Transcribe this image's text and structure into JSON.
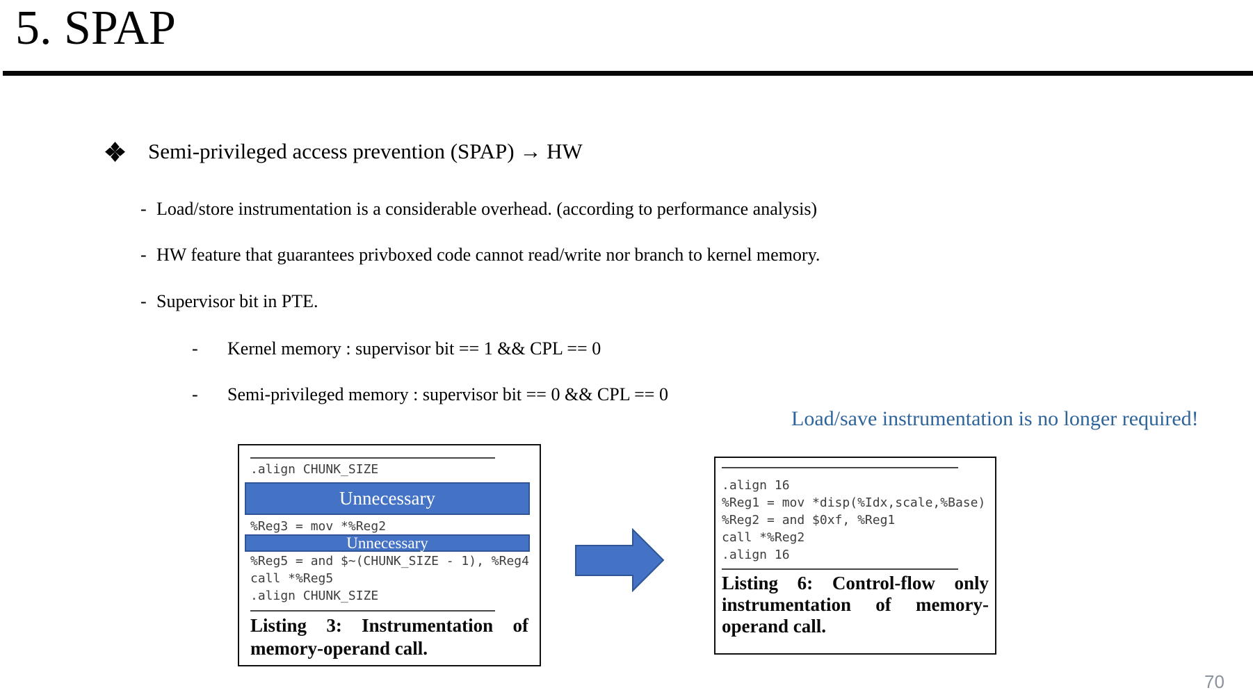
{
  "slide": {
    "title": "5. SPAP",
    "page_number": "70"
  },
  "bullets": {
    "main": {
      "marker": "❖",
      "text": "Semi-privileged access prevention (SPAP) → HW"
    },
    "level2": [
      {
        "marker": "-",
        "text": "Load/store instrumentation is a considerable overhead. (according to performance analysis)"
      },
      {
        "marker": "-",
        "text": "HW feature that guarantees privboxed code cannot read/write nor branch to kernel memory."
      },
      {
        "marker": "-",
        "text": "Supervisor bit in PTE."
      }
    ],
    "level3": [
      {
        "marker": "-",
        "text": "Kernel memory : supervisor bit == 1 && CPL == 0"
      },
      {
        "marker": "-",
        "text": "Semi-privileged memory : supervisor bit == 0 && CPL == 0"
      }
    ]
  },
  "note": {
    "text": "Load/save instrumentation is no longer required!",
    "color": "#2E6499"
  },
  "listing3": {
    "line1": ".align CHUNK_SIZE",
    "overlay1": "Unnecessary",
    "line2": "%Reg3 = mov *%Reg2",
    "overlay2": "Unnecessary",
    "line3": "%Reg5 = and $~(CHUNK_SIZE - 1), %Reg4",
    "line4": "call *%Reg5",
    "line5": ".align CHUNK_SIZE",
    "caption": "Listing 3: Instrumentation of memory-operand call."
  },
  "listing6": {
    "lines": [
      ".align 16",
      "%Reg1 = mov *disp(%Idx,scale,%Base)",
      "%Reg2 = and $0xf, %Reg1",
      "call *%Reg2",
      ".align 16"
    ],
    "caption": "Listing 6: Control-flow only instrumentation of memory-operand call."
  },
  "icons": {
    "bullet_char": "❖",
    "arrow_shape": "right-arrow"
  },
  "colors": {
    "accent_blue": "#4472C4",
    "accent_blue_border": "#2F5597",
    "note_blue": "#2E6499",
    "code_gray": "#3D3D3D",
    "page_number_gray": "#8A929C"
  }
}
